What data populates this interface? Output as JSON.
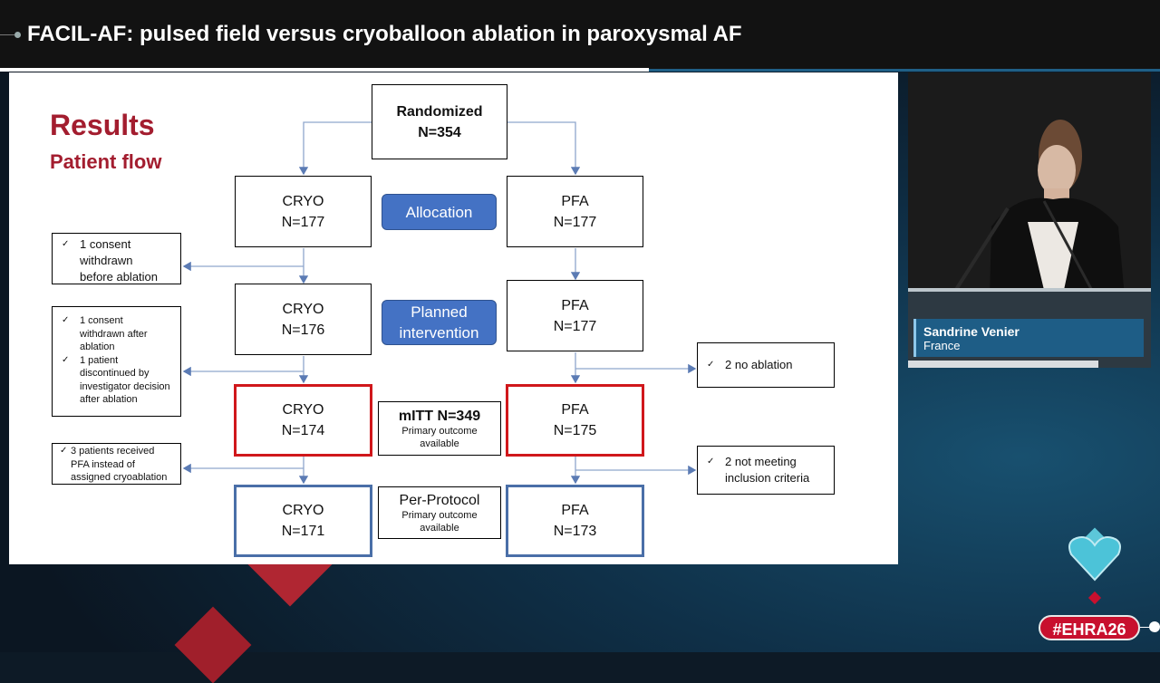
{
  "header": {
    "title": "FACIL-AF: pulsed field versus cryoballoon ablation in paroxysmal AF"
  },
  "slide": {
    "heading": "Results",
    "subheading": "Patient flow",
    "randomized": {
      "label": "Randomized",
      "n": "N=354"
    },
    "stages": [
      {
        "name": "Allocation",
        "cryo_label": "CRYO",
        "cryo_n": "N=177",
        "pfa_label": "PFA",
        "pfa_n": "N=177"
      },
      {
        "name_line1": "Planned",
        "name_line2": "intervention",
        "cryo_label": "CRYO",
        "cryo_n": "N=176",
        "pfa_label": "PFA",
        "pfa_n": "N=177"
      },
      {
        "name": "mITT N=349",
        "sub_line1": "Primary outcome",
        "sub_line2": "available",
        "cryo_label": "CRYO",
        "cryo_n": "N=174",
        "pfa_label": "PFA",
        "pfa_n": "N=175"
      },
      {
        "name": "Per-Protocol",
        "sub_line1": "Primary outcome",
        "sub_line2": "available",
        "cryo_label": "CRYO",
        "cryo_n": "N=171",
        "pfa_label": "PFA",
        "pfa_n": "N=173"
      }
    ],
    "left_notes": [
      {
        "items": [
          {
            "check": "✓",
            "lines": [
              "1 consent",
              "withdrawn",
              "before ablation"
            ]
          }
        ]
      },
      {
        "items": [
          {
            "check": "✓",
            "lines": [
              "1 consent",
              "withdrawn after",
              "ablation"
            ]
          },
          {
            "check": "✓",
            "lines": [
              "1 patient",
              "discontinued by",
              "investigator decision",
              "after ablation"
            ]
          }
        ]
      },
      {
        "items": [
          {
            "check": "✓",
            "lines": [
              "3 patients received",
              "PFA instead of",
              "assigned cryoablation"
            ]
          }
        ]
      }
    ],
    "right_notes": [
      {
        "check": "✓",
        "lines": [
          "2 no ablation"
        ]
      },
      {
        "check": "✓",
        "lines": [
          "2 not meeting",
          "inclusion criteria"
        ]
      }
    ]
  },
  "speaker": {
    "name": "Sandrine Venier",
    "country": "France"
  },
  "event_tag": "#EHRA26",
  "colors": {
    "accent_red": "#a31d2f",
    "box_red": "#d0171b",
    "box_blue": "#4a6fa8",
    "pill_blue": "#4472c4",
    "nameplate": "#1e5d86",
    "tag_red": "#c8102e"
  }
}
